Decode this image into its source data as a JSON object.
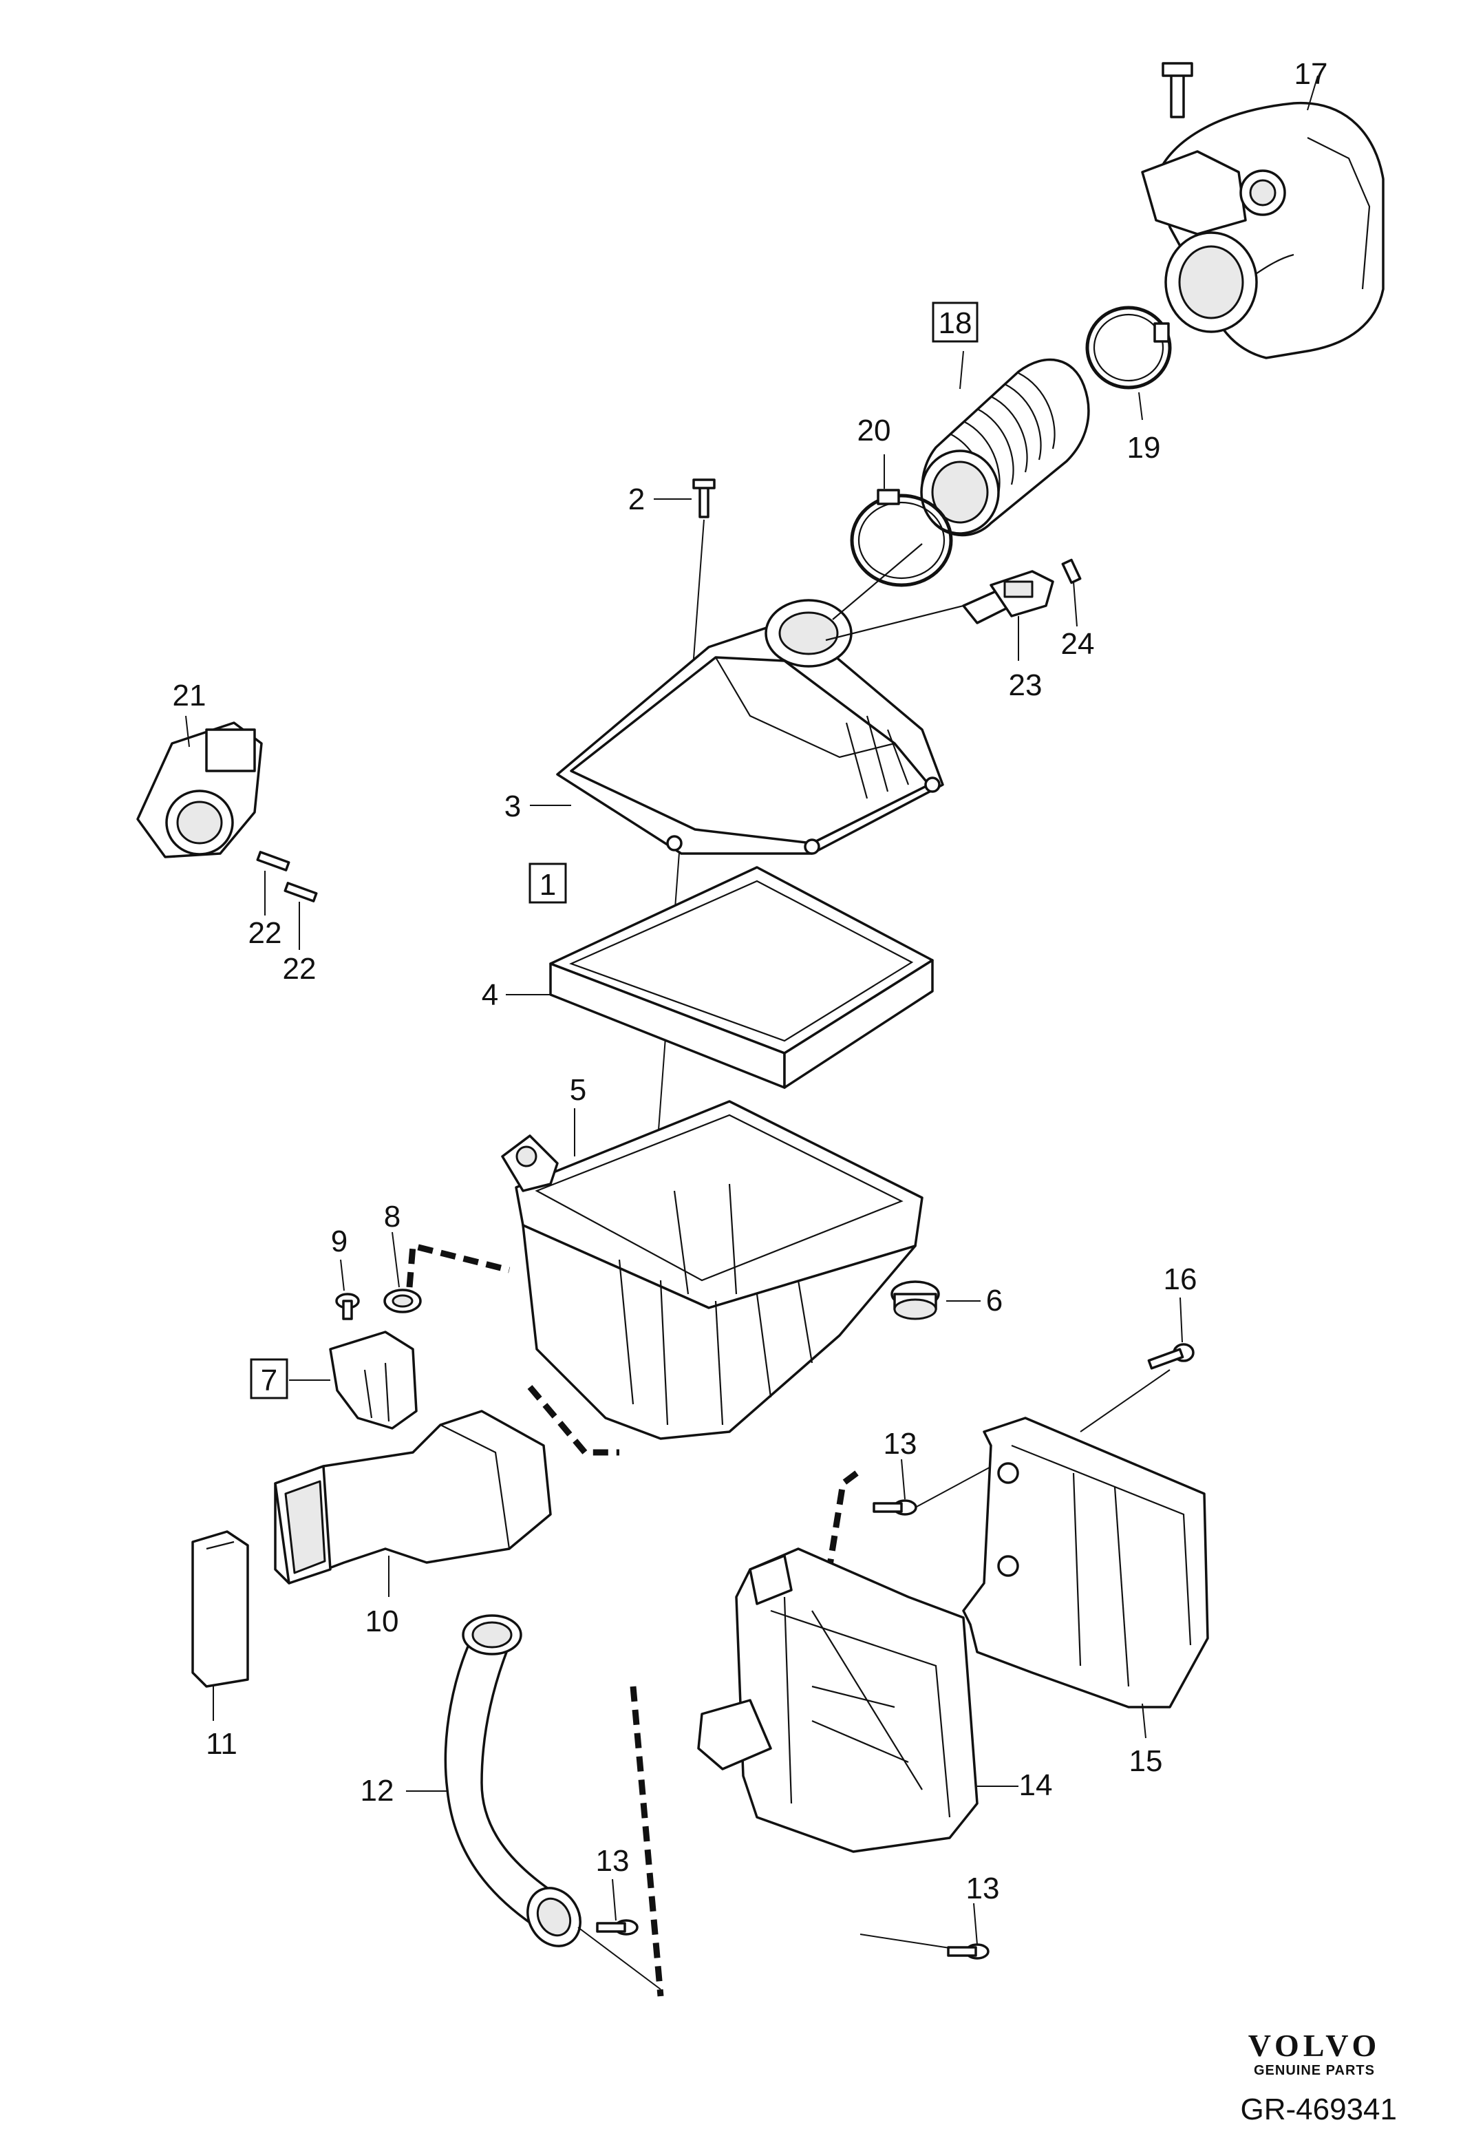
{
  "diagram": {
    "callouts": {
      "c1": "1",
      "c2": "2",
      "c3": "3",
      "c4": "4",
      "c5": "5",
      "c6": "6",
      "c7": "7",
      "c8": "8",
      "c9": "9",
      "c10": "10",
      "c11": "11",
      "c12": "12",
      "c13a": "13",
      "c13b": "13",
      "c13c": "13",
      "c14": "14",
      "c15": "15",
      "c16": "16",
      "c17": "17",
      "c18": "18",
      "c19": "19",
      "c20": "20",
      "c21": "21",
      "c22a": "22",
      "c22b": "22",
      "c23": "23",
      "c24": "24"
    }
  },
  "branding": {
    "logo_text": "VOLVO",
    "tagline": "GENUINE PARTS"
  },
  "reference": {
    "code": "GR-469341"
  }
}
